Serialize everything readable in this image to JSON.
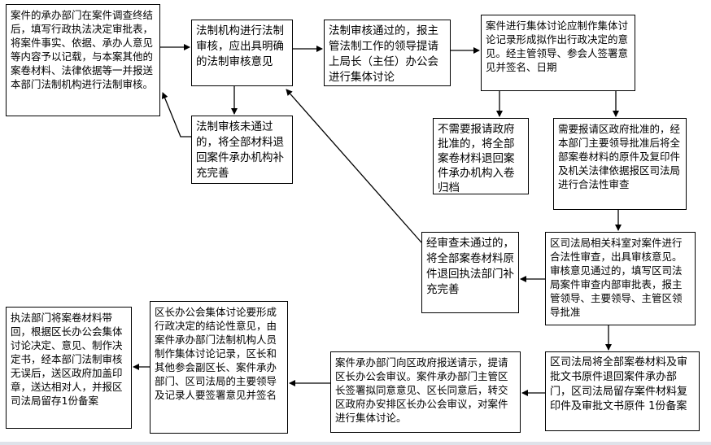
{
  "boxes": {
    "b1": "案件的承办部门在案件调查终结后，填写行政执法决定审批表，将案件事实、依据、承办人意见等内容予以记载，与本案其他的案卷材料、法律依据等一并报送本部门法制机构进行法制审核。",
    "b2": "法制机构进行法制审核，应出具明确的法制审核意见",
    "b3": "法制审核通过的，报主管法制工作的领导提请上局长（主任）办公会进行集体讨论",
    "b4": "案件进行集体讨论应制作集体讨论记录形成拟作出行政决定的意见。经主管领导、参会人签署意见并签名、日期",
    "b5": "法制审核未通过的，将全部材料退回案件承办机构补充完善",
    "b6": "不需要报请政府批准的，将全部案卷材料退回案件承办机构入卷归档",
    "b7": "需要报请区政府批准的，经本部门主要领导批准后将全部案卷材料的原件及复印件及机关法律依据报区司法局进行合法性审查",
    "b8": "经审查未通过的，将全部案卷材料原件退回执法部门补充完善",
    "b9": "区司法局相关科室对案件进行合法性审查，出具审核意见。审核意见通过的，填写区司法局案件审查内部审批表，报主管领导、主要领导、主管区领导批准",
    "b10": "执法部门将案卷材料带回，根据区长办公会集体讨论决定、意见、制作决定书，经本部门法制审核无误后，送区政府加盖印章，送达相对人，并报区司法局留存1份备案",
    "b11": "区长办公会集体讨论要形成行政决定的结论性意见，由案件承办部门法制机构人员制作集体讨论记录，区长和其他参会副区长、案件承办部门、区司法局的主要领导及记录人要签署意见并签名",
    "b12": "案件承办部门向区政府报送请示，提请区长办公会审议。案件承办部门主管区长签署拟同意意见、区长同意后，转交区政府办安排区长办公会审议，对案件进行集体讨论。",
    "b13": "区司法局将全部案卷材料及审批文书原件退回案件承办部门，区司法局留存案件材料复印件及审批文书原件 1份备案"
  },
  "colors": {
    "border": "#000000",
    "arrow": "#000000",
    "background": "#ffffff"
  }
}
